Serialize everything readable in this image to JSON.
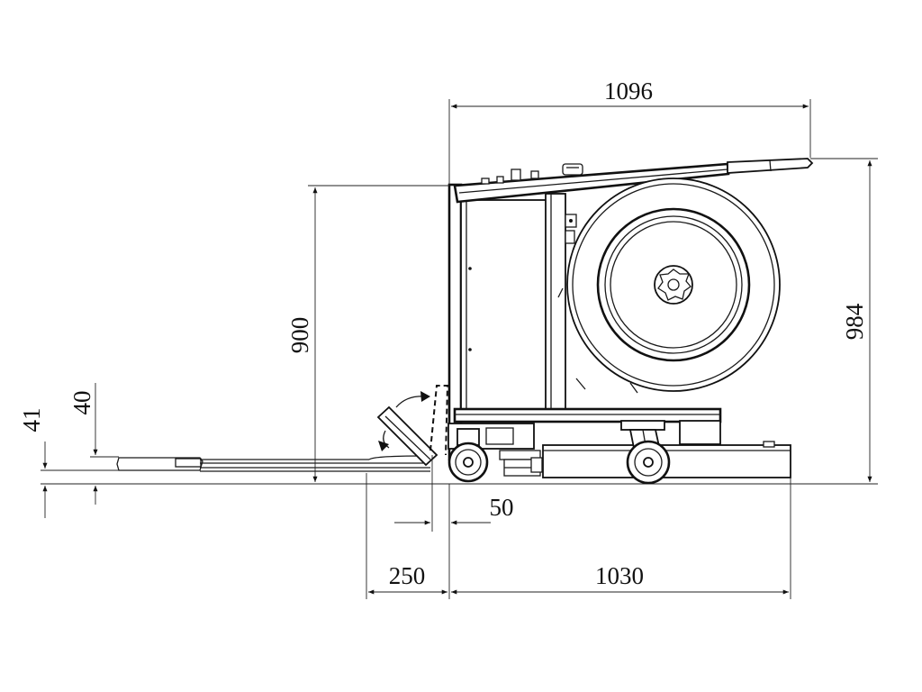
{
  "dimensions": {
    "top_width": "1096",
    "total_height": "984",
    "frame_height": "900",
    "ramp_lift_41": "41",
    "ramp_lift_40": "40",
    "offset_50": "50",
    "ramp_length": "250",
    "base_length": "1030"
  },
  "colors": {
    "line": "#111111",
    "background": "#ffffff"
  }
}
